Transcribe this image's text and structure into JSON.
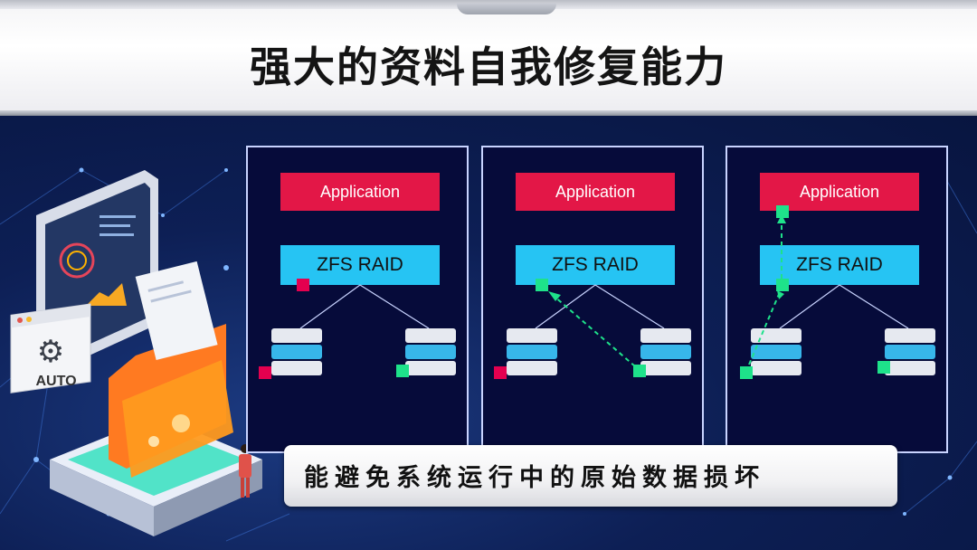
{
  "title": "强大的资料自我修复能力",
  "panels": [
    {
      "application": "Application",
      "raid": "ZFS RAID"
    },
    {
      "application": "Application",
      "raid": "ZFS RAID"
    },
    {
      "application": "Application",
      "raid": "ZFS RAID"
    }
  ],
  "banner": "能避免系统运行中的原始数据损坏",
  "illustration": {
    "auto_label": "AUTO"
  },
  "colors": {
    "application": "#e31747",
    "raid": "#26c4f3",
    "bad_block": "#e4004f",
    "good_block": "#1ee28a",
    "background": "#0b1a48"
  },
  "icons": [
    "gear-icon",
    "disk-stack-icon",
    "folder-icon",
    "monitor-icon",
    "person-icon"
  ]
}
